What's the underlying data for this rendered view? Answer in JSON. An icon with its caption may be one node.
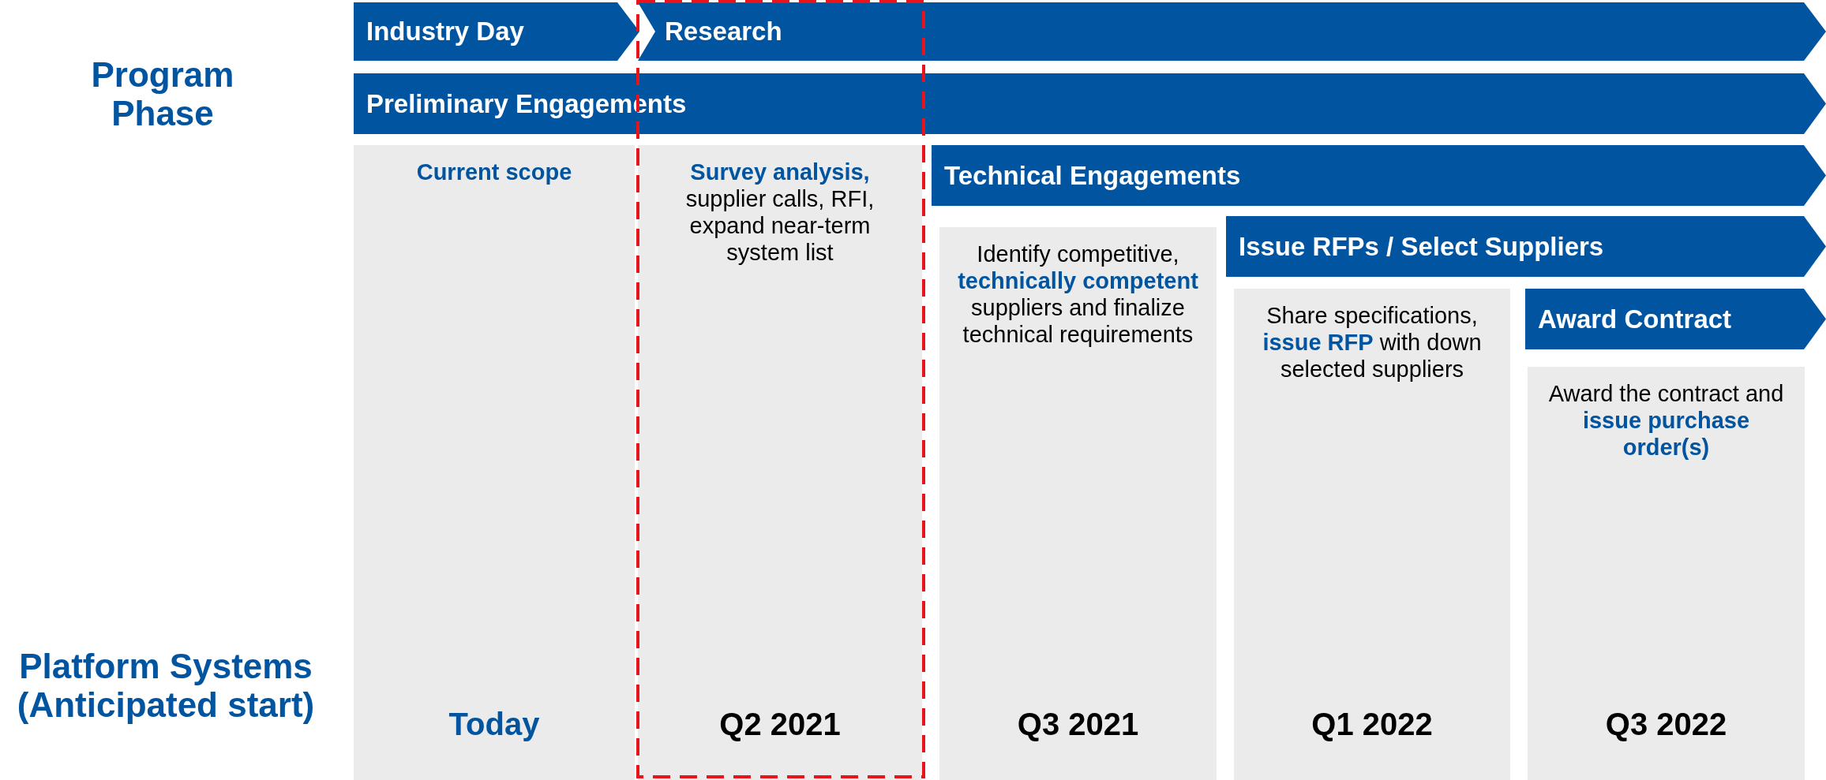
{
  "diagram": {
    "nodes": [
      {
        "text": [
          "Industry Day"
        ]
      },
      {
        "text": [
          "Research"
        ]
      },
      {
        "text": [
          "Preliminary Engagements"
        ]
      },
      {
        "text": [
          "**Current scope**",
          "Today"
        ]
      },
      {
        "text": [
          "**Survey analysis,** supplier calls, RFI, expand near-term system list",
          "Q2 2021"
        ]
      },
      {
        "text": [
          "Technical Engagements"
        ]
      },
      {
        "text": [
          "Identify competitive, **technically competent** suppliers and finalize technical requirements",
          "Q3 2021"
        ]
      },
      {
        "text": [
          "Issue RFPs / Select Suppliers"
        ]
      },
      {
        "text": [
          "Share specifications, **issue RFP** with down selected suppliers",
          "Q1 2022"
        ]
      },
      {
        "text": [
          "Award Contract"
        ]
      },
      {
        "text": [
          "Award the contract and **issue purchase order(s)**",
          "Q3 2022"
        ]
      }
    ],
    "edges": [],
    "labels": [
      "Program Phase",
      "Platform Systems (Anticipated start)"
    ]
  }
}
